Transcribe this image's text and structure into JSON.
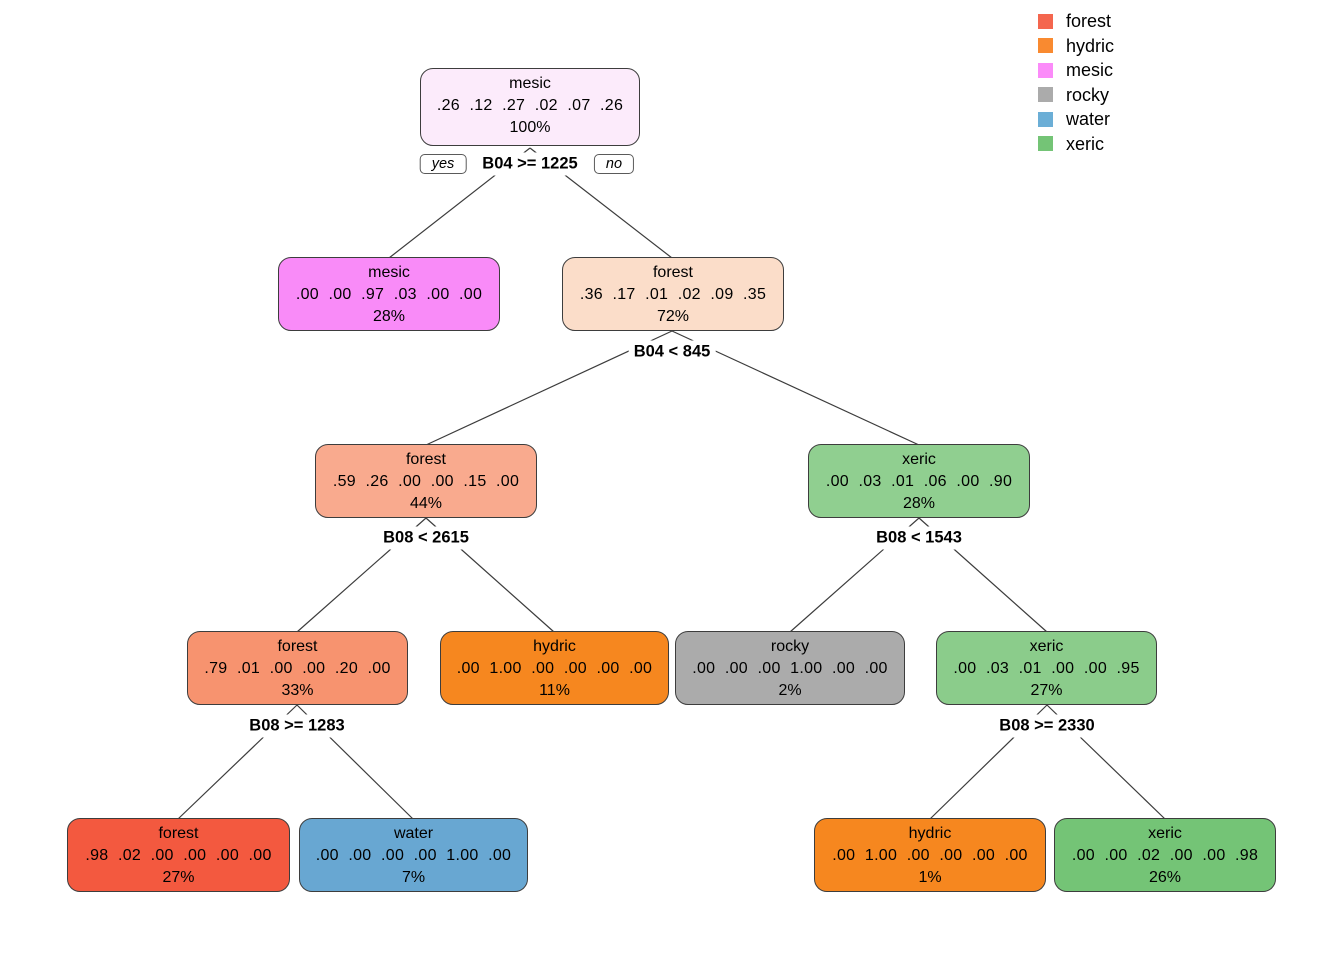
{
  "legend": {
    "items": [
      {
        "label": "forest",
        "color": "#F4664E"
      },
      {
        "label": "hydric",
        "color": "#F98A30"
      },
      {
        "label": "mesic",
        "color": "#FB8BF9"
      },
      {
        "label": "rocky",
        "color": "#ABABAB"
      },
      {
        "label": "water",
        "color": "#6BAED6"
      },
      {
        "label": "xeric",
        "color": "#74C476"
      }
    ]
  },
  "nodes": [
    {
      "label": "mesic",
      "probs": ".26  .12  .27  .02  .07  .26",
      "percent": "100%",
      "fill": "#FCEBFB"
    },
    {
      "label": "mesic",
      "probs": ".00  .00  .97  .03  .00  .00",
      "percent": "28%",
      "fill": "#F98BF8"
    },
    {
      "label": "forest",
      "probs": ".36  .17  .01  .02  .09  .35",
      "percent": "72%",
      "fill": "#FBDDC9"
    },
    {
      "label": "forest",
      "probs": ".59  .26  .00  .00  .15  .00",
      "percent": "44%",
      "fill": "#F9AA8E"
    },
    {
      "label": "xeric",
      "probs": ".00  .03  .01  .06  .00  .90",
      "percent": "28%",
      "fill": "#90CF90"
    },
    {
      "label": "forest",
      "probs": ".79  .01  .00  .00  .20  .00",
      "percent": "33%",
      "fill": "#F7936F"
    },
    {
      "label": "hydric",
      "probs": ".00  1.00  .00  .00  .00  .00",
      "percent": "11%",
      "fill": "#F6871F"
    },
    {
      "label": "rocky",
      "probs": ".00  .00  .00  1.00  .00  .00",
      "percent": "2%",
      "fill": "#ABABAB"
    },
    {
      "label": "xeric",
      "probs": ".00  .03  .01  .00  .00  .95",
      "percent": "27%",
      "fill": "#8BCC8B"
    },
    {
      "label": "forest",
      "probs": ".98  .02  .00  .00  .00  .00",
      "percent": "27%",
      "fill": "#F3593F"
    },
    {
      "label": "water",
      "probs": ".00  .00  .00  .00  1.00  .00",
      "percent": "7%",
      "fill": "#68A7D2"
    },
    {
      "label": "hydric",
      "probs": ".00  1.00  .00  .00  .00  .00",
      "percent": "1%",
      "fill": "#F6871F"
    },
    {
      "label": "xeric",
      "probs": ".00  .00  .02  .00  .00  .98",
      "percent": "26%",
      "fill": "#74C476"
    }
  ],
  "splits": [
    {
      "label": "B04 >= 1225",
      "yes": "yes",
      "no": "no"
    },
    {
      "label": "B04 < 845"
    },
    {
      "label": "B08 < 2615"
    },
    {
      "label": "B08 < 1543"
    },
    {
      "label": "B08 >= 1283"
    },
    {
      "label": "B08 >= 2330"
    }
  ],
  "tree_data": {
    "type": "decision-tree",
    "class_order": [
      "forest",
      "hydric",
      "mesic",
      "rocky",
      "water",
      "xeric"
    ],
    "root": {
      "class": "mesic",
      "probs": [
        0.26,
        0.12,
        0.27,
        0.02,
        0.07,
        0.26
      ],
      "percent": 100,
      "split": "B04 >= 1225",
      "yes": {
        "class": "mesic",
        "probs": [
          0.0,
          0.0,
          0.97,
          0.03,
          0.0,
          0.0
        ],
        "percent": 28
      },
      "no": {
        "class": "forest",
        "probs": [
          0.36,
          0.17,
          0.01,
          0.02,
          0.09,
          0.35
        ],
        "percent": 72,
        "split": "B04 < 845",
        "yes": {
          "class": "forest",
          "probs": [
            0.59,
            0.26,
            0.0,
            0.0,
            0.15,
            0.0
          ],
          "percent": 44,
          "split": "B08 < 2615",
          "yes": {
            "class": "forest",
            "probs": [
              0.79,
              0.01,
              0.0,
              0.0,
              0.2,
              0.0
            ],
            "percent": 33,
            "split": "B08 >= 1283",
            "yes": {
              "class": "forest",
              "probs": [
                0.98,
                0.02,
                0.0,
                0.0,
                0.0,
                0.0
              ],
              "percent": 27
            },
            "no": {
              "class": "water",
              "probs": [
                0.0,
                0.0,
                0.0,
                0.0,
                1.0,
                0.0
              ],
              "percent": 7
            }
          },
          "no": {
            "class": "hydric",
            "probs": [
              0.0,
              1.0,
              0.0,
              0.0,
              0.0,
              0.0
            ],
            "percent": 11
          }
        },
        "no": {
          "class": "xeric",
          "probs": [
            0.0,
            0.03,
            0.01,
            0.06,
            0.0,
            0.9
          ],
          "percent": 28,
          "split": "B08 < 1543",
          "yes": {
            "class": "rocky",
            "probs": [
              0.0,
              0.0,
              0.0,
              1.0,
              0.0,
              0.0
            ],
            "percent": 2
          },
          "no": {
            "class": "xeric",
            "probs": [
              0.0,
              0.03,
              0.01,
              0.0,
              0.0,
              0.95
            ],
            "percent": 27,
            "split": "B08 >= 2330",
            "yes": {
              "class": "hydric",
              "probs": [
                0.0,
                1.0,
                0.0,
                0.0,
                0.0,
                0.0
              ],
              "percent": 1
            },
            "no": {
              "class": "xeric",
              "probs": [
                0.0,
                0.0,
                0.02,
                0.0,
                0.0,
                0.98
              ],
              "percent": 26
            }
          }
        }
      }
    }
  }
}
